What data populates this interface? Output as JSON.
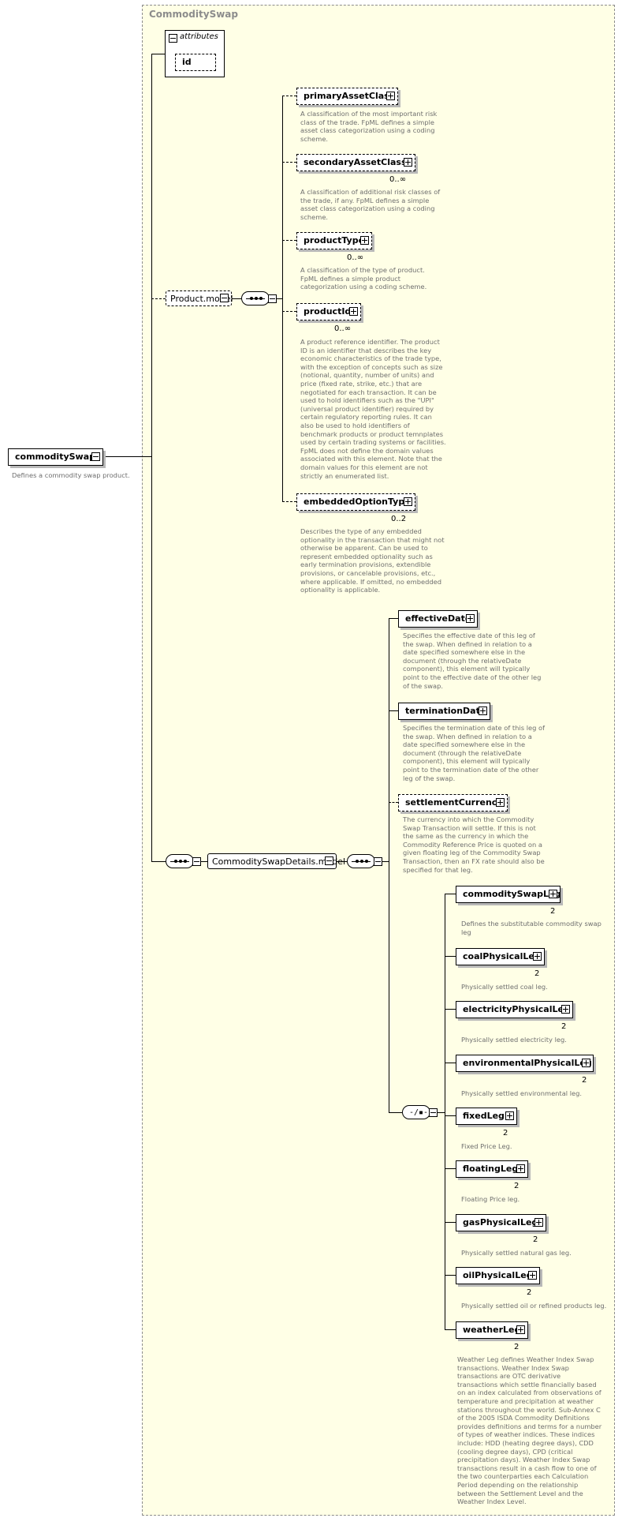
{
  "root": {
    "label": "commoditySwap",
    "description": "Defines a commodity swap product."
  },
  "panel_title": "CommoditySwap",
  "attributes": {
    "title": "attributes",
    "items": [
      "id"
    ]
  },
  "product_model": {
    "label": "Product.model",
    "elements": [
      {
        "label": "primaryAssetClass",
        "occurrence": "",
        "description": [
          "A classification of the most important risk",
          "class of the trade. FpML defines a simple",
          "asset class categorization using a coding",
          "scheme."
        ]
      },
      {
        "label": "secondaryAssetClass",
        "occurrence": "0..∞",
        "description": [
          "A classification of additional risk classes of",
          "the trade, if any. FpML defines a simple",
          "asset class categorization using a coding",
          "scheme."
        ]
      },
      {
        "label": "productType",
        "occurrence": "0..∞",
        "description": [
          "A classification of the type of product.",
          "FpML defines a simple product",
          "categorization using a coding scheme."
        ]
      },
      {
        "label": "productId",
        "occurrence": "0..∞",
        "description": [
          "A product reference identifier. The product",
          "ID is an identifier that describes the key",
          "economic characteristics of the trade type,",
          "with the exception of concepts such as size",
          "(notional, quantity, number of units) and",
          "price (fixed rate, strike, etc.) that are",
          "negotiated for each transaction. It can be",
          "used to hold identifiers such as the \"UPI\"",
          "(universal product identifier) required by",
          "certain regulatory reporting rules. It can",
          "also be used to hold identifiers of",
          "benchmark products or product temnplates",
          "used by certain trading systems or facilities.",
          "FpML does not define the domain values",
          "associated with this element. Note that the",
          "domain values for this element are not",
          "strictly an enumerated list."
        ]
      },
      {
        "label": "embeddedOptionType",
        "occurrence": "0..2",
        "description": [
          "Describes the type of any embedded",
          "optionality in the transaction that might not",
          "otherwise be apparent. Can be used to",
          "represent embedded optionality such as",
          "early termination provisions, extendible",
          "provisions, or cancelable provisions, etc.,",
          "where applicable. If omitted, no embedded",
          "optionality is applicable."
        ]
      }
    ]
  },
  "details_model": {
    "label": "CommoditySwapDetails.model",
    "elements": [
      {
        "label": "effectiveDate",
        "description": [
          "Specifies the effective date of this leg of",
          "the swap. When defined in relation to a",
          "date specified somewhere else in the",
          "document (through the relativeDate",
          "component), this element will typically",
          "point to the effective date of the other leg",
          "of the swap."
        ]
      },
      {
        "label": "terminationDate",
        "description": [
          "Specifies the termination date of this leg of",
          "the swap. When defined in relation to a",
          "date specified somewhere else in the",
          "document (through the relativeDate",
          "component), this element will typically",
          "point to the termination date of the other",
          "leg of the swap."
        ]
      },
      {
        "label": "settlementCurrency",
        "description": [
          "The currency into which the Commodity",
          "Swap Transaction will settle. If this is not",
          "the same as the currency in which the",
          "Commodity Reference Price is quoted on a",
          "given floating leg of the Commodity Swap",
          "Transaction, then an FX rate should also be",
          "specified for that leg."
        ]
      }
    ],
    "legs": [
      {
        "label": "commoditySwapLeg",
        "occurrence": "2",
        "description": [
          "Defines the substitutable commodity swap",
          "leg"
        ]
      },
      {
        "label": "coalPhysicalLeg",
        "occurrence": "2",
        "description": [
          "Physically settled coal leg."
        ]
      },
      {
        "label": "electricityPhysicalLeg",
        "occurrence": "2",
        "description": [
          "Physically settled electricity leg."
        ]
      },
      {
        "label": "environmentalPhysicalLeg",
        "occurrence": "2",
        "description": [
          "Physically settled environmental leg."
        ]
      },
      {
        "label": "fixedLeg",
        "occurrence": "2",
        "description": [
          "Fixed Price Leg."
        ]
      },
      {
        "label": "floatingLeg",
        "occurrence": "2",
        "description": [
          "Floating Price leg."
        ]
      },
      {
        "label": "gasPhysicalLeg",
        "occurrence": "2",
        "description": [
          "Physically settled natural gas leg."
        ]
      },
      {
        "label": "oilPhysicalLeg",
        "occurrence": "2",
        "description": [
          "Physically settled oil or refined products leg."
        ]
      }
    ],
    "weather_leg": {
      "label": "weatherLeg",
      "occurrence": "2",
      "description": [
        "Weather Leg defines Weather Index Swap",
        "transactions. Weather Index Swap",
        "transactions are OTC derivative",
        "transactions which settle financially based",
        "on an index calculated from observations of",
        "temperature and precipitation at weather",
        "stations throughout the world. Sub-Annex C",
        "of the 2005 ISDA Commodity Definitions",
        "provides definitions and terms for a number",
        "of types of weather indices. These indices",
        "include: HDD (heating degree days), CDD",
        "(cooling degree days), CPD (critical",
        "precipitation days). Weather Index Swap",
        "transactions result in a cash flow to one of",
        "the two counterparties each Calculation",
        "Period depending on the relationship",
        "between the Settlement Level and the",
        "Weather Index Level."
      ]
    }
  }
}
